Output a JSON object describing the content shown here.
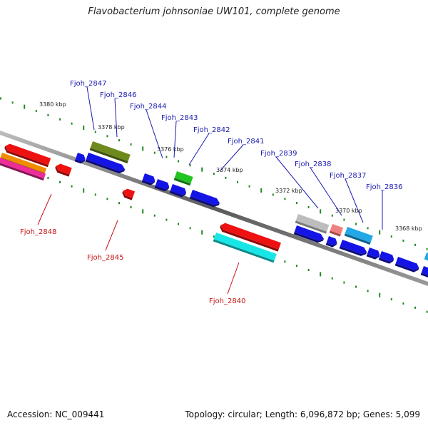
{
  "title": "Flavobacterium johnsoniae UW101, complete genome",
  "footer": {
    "accession": "Accession: NC_009441",
    "summary": "Topology: circular; Length: 6,096,872 bp; Genes: 5,099"
  },
  "colors": {
    "forward_gene_label": "#1a1ab0",
    "reverse_gene_label": "#c81414",
    "backbone": "#777777",
    "tick": "#1f8a1f"
  },
  "kbp_labels": [
    "3380 kbp",
    "3378 kbp",
    "3376 kbp",
    "3374 kbp",
    "3372 kbp",
    "3370 kbp",
    "3368 kbp"
  ],
  "gene_labels": {
    "top": [
      "Fjoh_2847",
      "Fjoh_2846",
      "Fjoh_2844",
      "Fjoh_2843",
      "Fjoh_2842",
      "Fjoh_2841",
      "Fjoh_2839",
      "Fjoh_2838",
      "Fjoh_2837",
      "Fjoh_2836"
    ],
    "bottom": [
      "Fjoh_2848",
      "Fjoh_2845",
      "Fjoh_2840"
    ]
  },
  "gene_colors": {
    "blue": "#1414e6",
    "red": "#ee1111",
    "olive": "#6f8a1c",
    "green": "#22c422",
    "cyan": "#18e6e6",
    "orange": "#f28c00",
    "magenta": "#ee2c9a",
    "grey": "#bdbdbd",
    "salmon": "#f08080",
    "skyblue": "#22a8e6"
  }
}
